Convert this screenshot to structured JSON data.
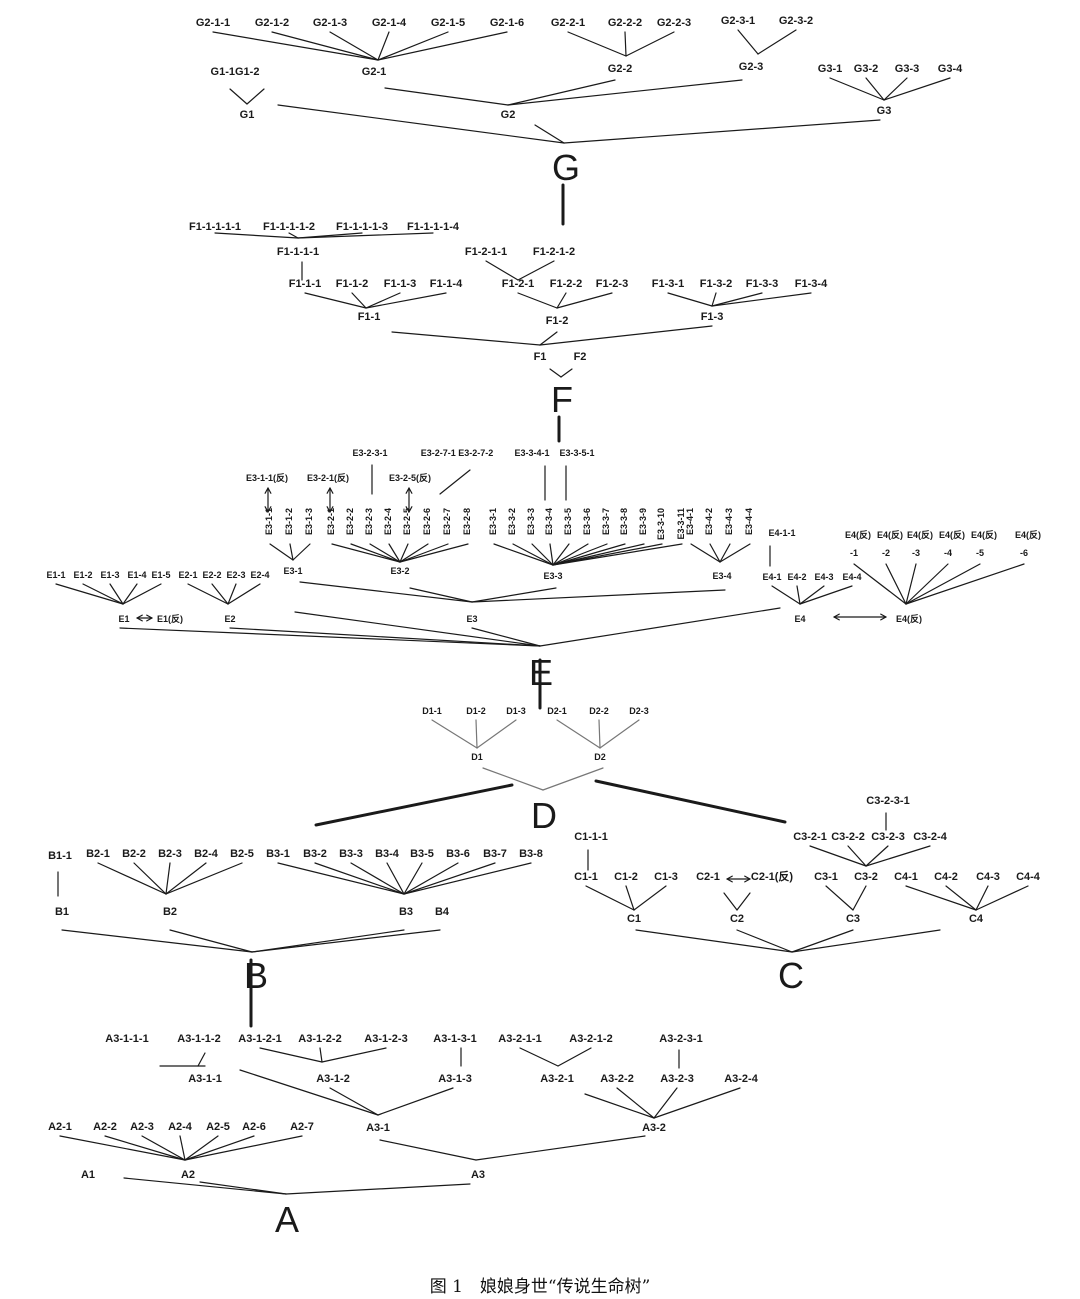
{
  "caption": "图 1　娘娘身世“传说生命树”",
  "diagram": {
    "G": {
      "root": "G",
      "level1": [
        "G1",
        "G2",
        "G3"
      ],
      "G1_children": [
        "G1-1",
        "G1-2"
      ],
      "G2_children": [
        "G2-1",
        "G2-2",
        "G2-3"
      ],
      "G2_1_children": [
        "G2-1-1",
        "G2-1-2",
        "G2-1-3",
        "G2-1-4",
        "G2-1-5",
        "G2-1-6"
      ],
      "G2_2_children": [
        "G2-2-1",
        "G2-2-2",
        "G2-2-3"
      ],
      "G2_3_children": [
        "G2-3-1",
        "G2-3-2"
      ],
      "G3_children": [
        "G3-1",
        "G3-2",
        "G3-3",
        "G3-4"
      ]
    },
    "F": {
      "root": "F",
      "level1": [
        "F1",
        "F2"
      ],
      "F1_children": [
        "F1-1",
        "F1-2",
        "F1-3"
      ],
      "F1_1_children": [
        "F1-1-1",
        "F1-1-2",
        "F1-1-3",
        "F1-1-4"
      ],
      "F1_1_1_children": [
        "F1-1-1-1"
      ],
      "F1_1_1_1_children": [
        "F1-1-1-1-1",
        "F1-1-1-1-2",
        "F1-1-1-1-3",
        "F1-1-1-1-4"
      ],
      "F1_2_children": [
        "F1-2-1",
        "F1-2-2",
        "F1-2-3"
      ],
      "F1_2_1_children": [
        "F1-2-1-1",
        "F1-2-1-2"
      ],
      "F1_3_children": [
        "F1-3-1",
        "F1-3-2",
        "F1-3-3",
        "F1-3-4"
      ]
    },
    "E": {
      "root": "E",
      "level1": [
        "E1",
        "E2",
        "E3",
        "E4"
      ],
      "E1_rev": "E1(反)",
      "E1_children": [
        "E1-1",
        "E1-2",
        "E1-3",
        "E1-4",
        "E1-5"
      ],
      "E2_children": [
        "E2-1",
        "E2-2",
        "E2-3",
        "E2-4"
      ],
      "E3_children": [
        "E3-1",
        "E3-2",
        "E3-3",
        "E3-4"
      ],
      "E3_1_children": [
        "E3-1-1",
        "E3-1-2",
        "E3-1-3"
      ],
      "E3_1_1_rev": "E3-1-1(反)",
      "E3_2_children": [
        "E3-2-1",
        "E3-2-2",
        "E3-2-3",
        "E3-2-4",
        "E3-2-5",
        "E3-2-6",
        "E3-2-7",
        "E3-2-8"
      ],
      "E3_2_1_rev": "E3-2-1(反)",
      "E3_2_5_rev": "E3-2-5(反)",
      "E3_2_3_child": "E3-2-3-1",
      "E3_2_7_children": [
        "E3-2-7-1",
        "E3-2-7-2"
      ],
      "E3_3_children": [
        "E3-3-1",
        "E3-3-2",
        "E3-3-3",
        "E3-3-4",
        "E3-3-5",
        "E3-3-6",
        "E3-3-7",
        "E3-3-8",
        "E3-3-9",
        "E3-3-10",
        "E3-3-11"
      ],
      "E3_3_4_child": "E3-3-4-1",
      "E3_3_5_child": "E3-3-5-1",
      "E3_4_children": [
        "E3-4-1",
        "E3-4-2",
        "E3-4-3",
        "E3-4-4"
      ],
      "E4_children": [
        "E4-1",
        "E4-2",
        "E4-3",
        "E4-4"
      ],
      "E4_1_child": "E4-1-1",
      "E4_rev": "E4(反)",
      "E4_rev_children": [
        "E4(反)-1",
        "E4(反)-2",
        "E4(反)-3",
        "E4(反)-4",
        "E4(反)-5",
        "E4(反)-6"
      ]
    },
    "D": {
      "root": "D",
      "level1": [
        "D1",
        "D2"
      ],
      "D1_children": [
        "D1-1",
        "D1-2",
        "D1-3"
      ],
      "D2_children": [
        "D2-1",
        "D2-2",
        "D2-3"
      ]
    },
    "C": {
      "root": "C",
      "level1": [
        "C1",
        "C2",
        "C3",
        "C4"
      ],
      "C1_children": [
        "C1-1",
        "C1-2",
        "C1-3"
      ],
      "C1_1_child": "C1-1-1",
      "C2_children": [
        "C2-1"
      ],
      "C2_1_rev": "C2-1(反)",
      "C3_children": [
        "C3-1",
        "C3-2"
      ],
      "C3_2_children": [
        "C3-2-1",
        "C3-2-2",
        "C3-2-3",
        "C3-2-4"
      ],
      "C3_2_3_child": "C3-2-3-1",
      "C4_children": [
        "C4-1",
        "C4-2",
        "C4-3",
        "C4-4"
      ]
    },
    "B": {
      "root": "B",
      "level1": [
        "B1",
        "B2",
        "B3",
        "B4"
      ],
      "B1_children": [
        "B1-1"
      ],
      "B2_children": [
        "B2-1",
        "B2-2",
        "B2-3",
        "B2-4",
        "B2-5"
      ],
      "B3_children": [
        "B3-1",
        "B3-2",
        "B3-3",
        "B3-4",
        "B3-5",
        "B3-6",
        "B3-7",
        "B3-8"
      ]
    },
    "A": {
      "root": "A",
      "level1": [
        "A1",
        "A2",
        "A3"
      ],
      "A2_children": [
        "A2-1",
        "A2-2",
        "A2-3",
        "A2-4",
        "A2-5",
        "A2-6",
        "A2-7"
      ],
      "A3_children": [
        "A3-1",
        "A3-2"
      ],
      "A3_1_children": [
        "A3-1-1",
        "A3-1-2",
        "A3-1-3"
      ],
      "A3_1_1_children": [
        "A3-1-1-1",
        "A3-1-1-2"
      ],
      "A3_1_2_children": [
        "A3-1-2-1",
        "A3-1-2-2",
        "A3-1-2-3"
      ],
      "A3_1_3_child": "A3-1-3-1",
      "A3_2_children": [
        "A3-2-1",
        "A3-2-2",
        "A3-2-3",
        "A3-2-4"
      ],
      "A3_2_1_children": [
        "A3-2-1-1",
        "A3-2-1-2"
      ],
      "A3_2_3_child": "A3-2-3-1"
    }
  }
}
